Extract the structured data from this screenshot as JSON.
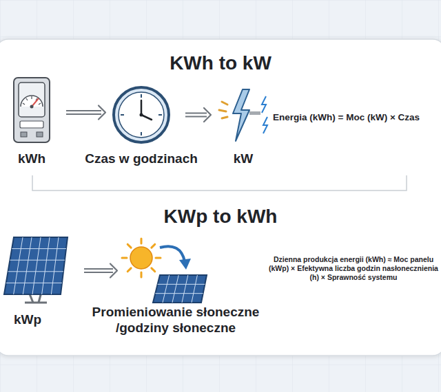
{
  "diagram": {
    "nodes": [
      {
        "text": [
          "kWh"
        ]
      },
      {
        "text": [
          "Czas w godzinach"
        ]
      },
      {
        "text": [
          "kW"
        ]
      },
      {
        "text": [
          "kWp"
        ]
      },
      {
        "text": [
          "Promieniowanie słoneczne /godziny słoneczne"
        ]
      }
    ],
    "edges": [
      {
        "from": 0,
        "to": 1,
        "arrow": "to"
      },
      {
        "from": 1,
        "to": 2,
        "arrow": "to"
      },
      {
        "from": 3,
        "to": 4,
        "arrow": "to"
      }
    ],
    "labels": [
      "KWh to kW",
      "Energia (kWh) = Moc (kW) × Czas",
      "KWp to kWh",
      "Dzienna produkcja energii (kWh) ≈ Moc panelu (kWp) × Efektywna liczba godzin nasłonecznienia (h) × Sprawność systemu"
    ]
  }
}
